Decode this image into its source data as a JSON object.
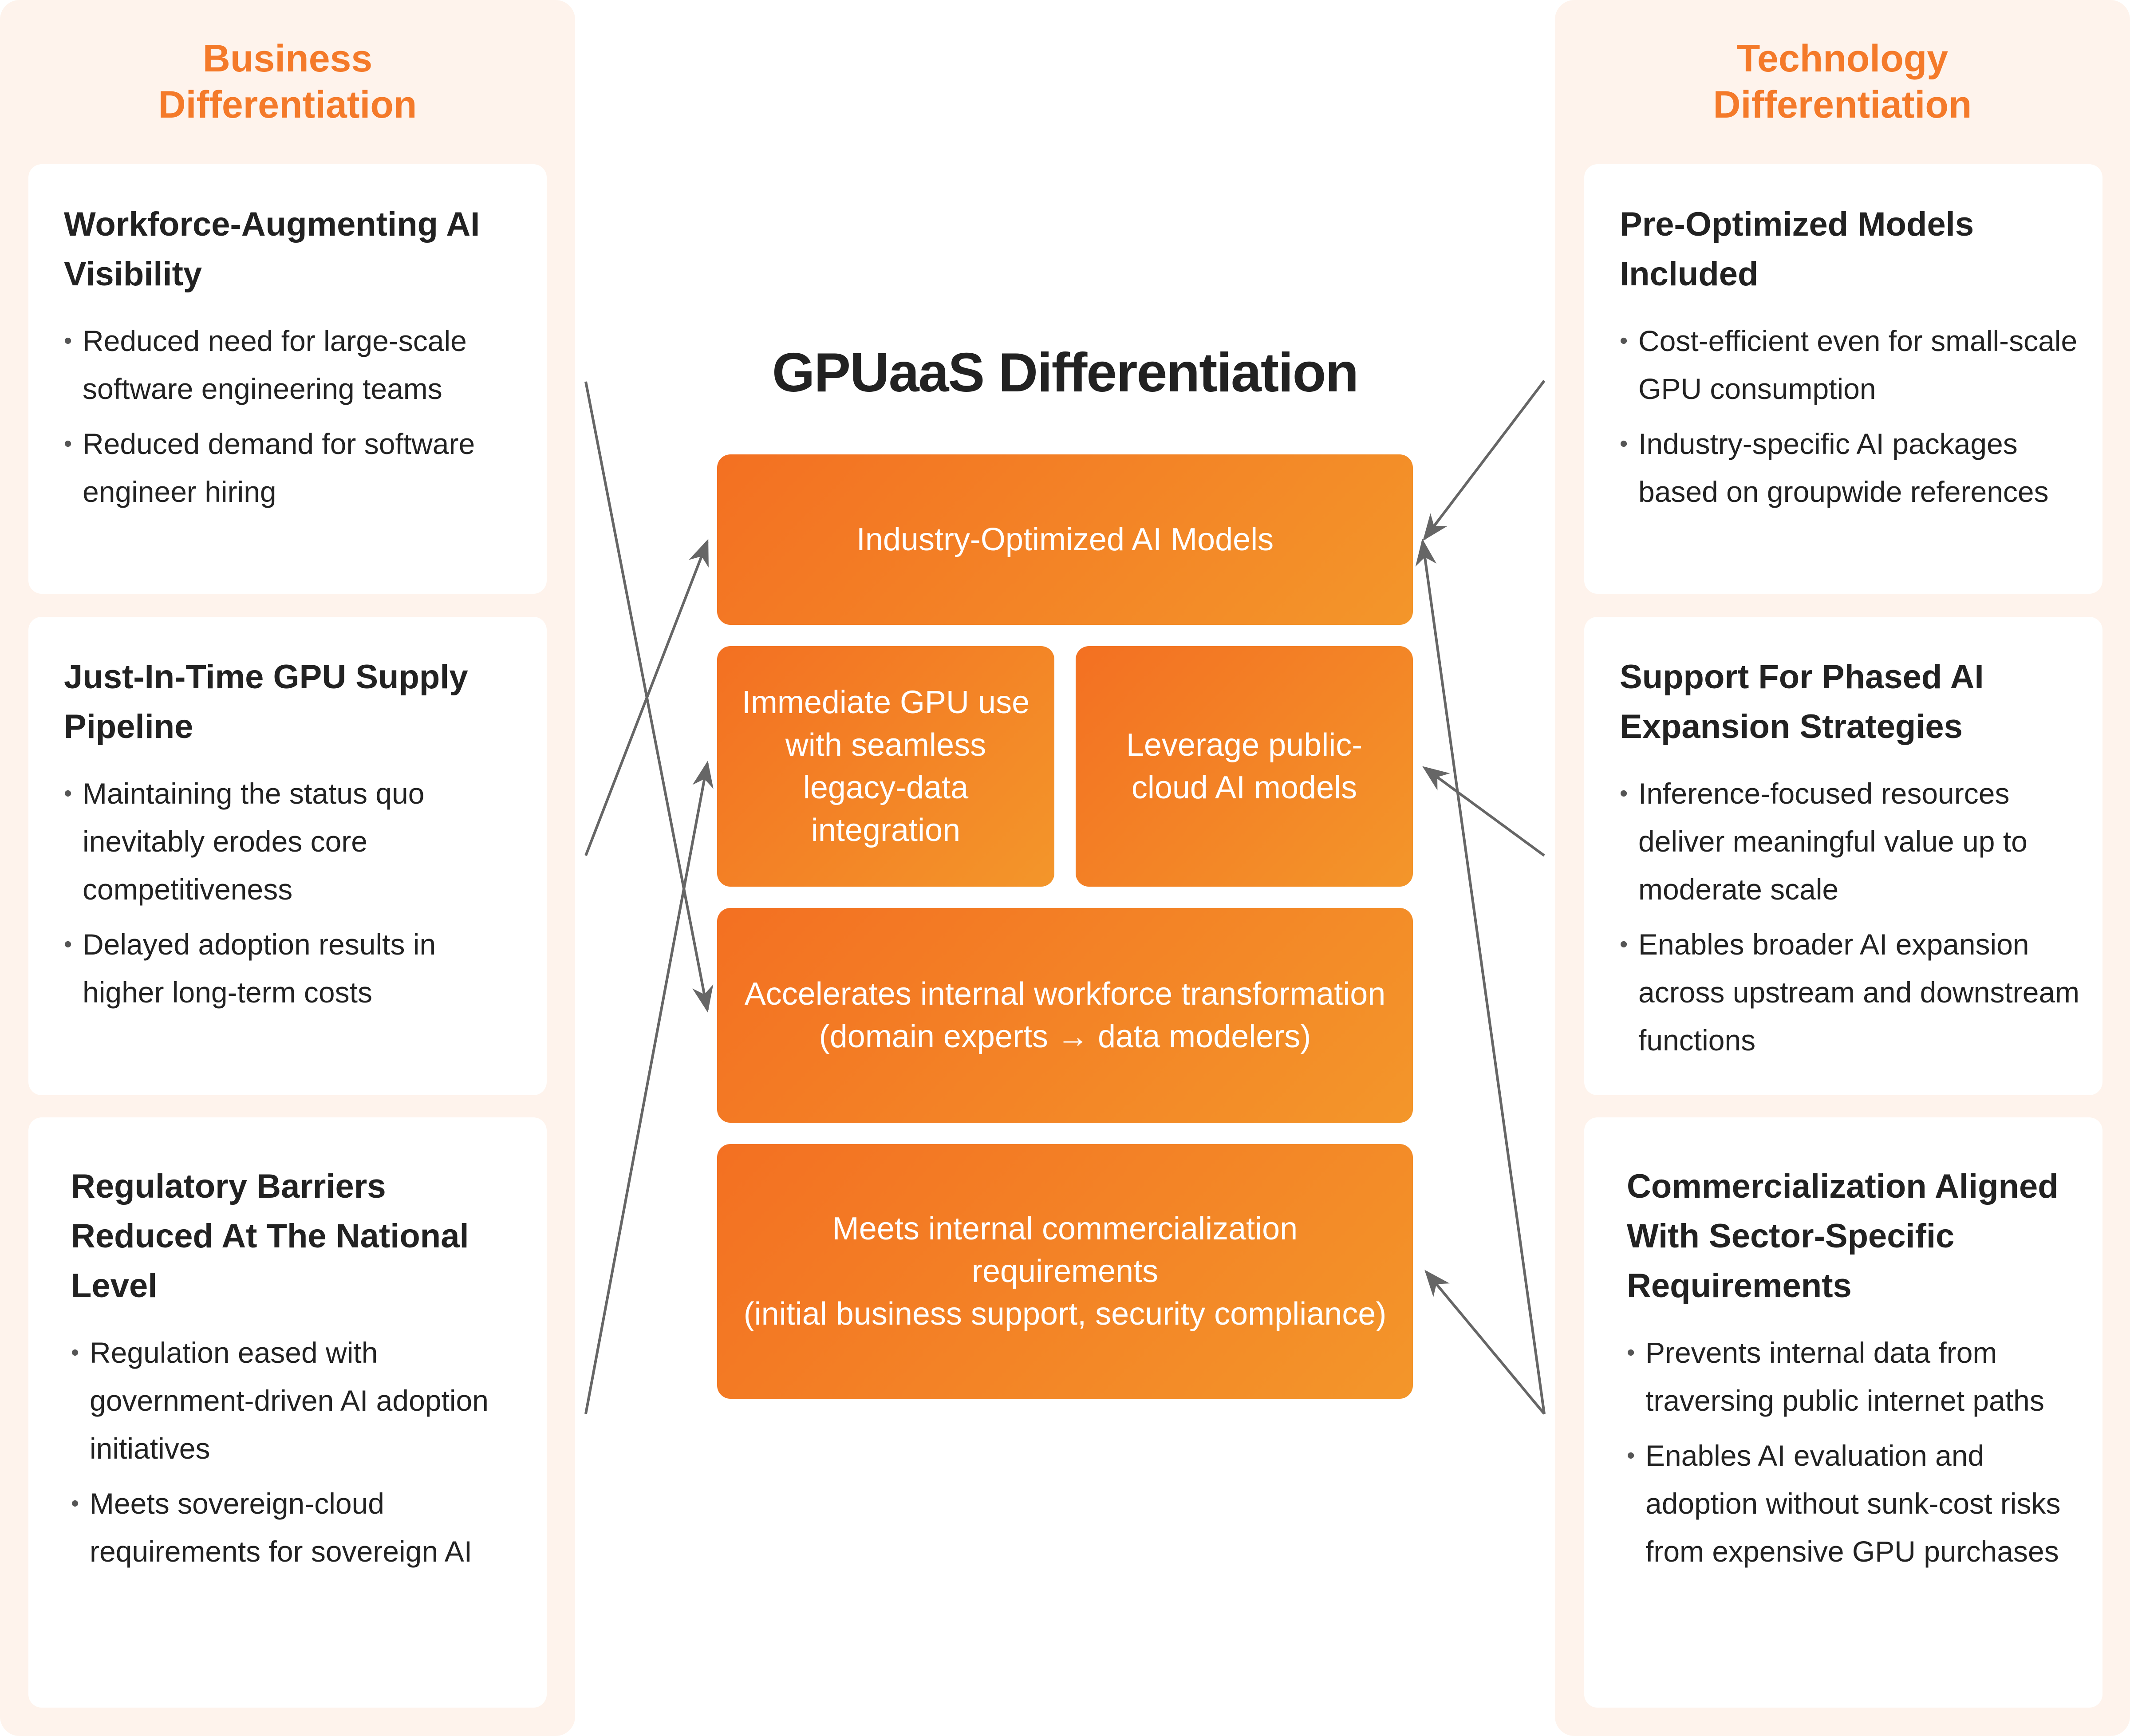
{
  "title": "GPUaaS Differentiation",
  "colors": {
    "accent": "#f47a2a",
    "panel_bg": "#fef3ec",
    "box_gradient_start": "#f37022",
    "box_gradient_end": "#f3962a",
    "arrow": "#666666",
    "text": "#222222"
  },
  "business": {
    "heading": "Business Differentiation",
    "cards": [
      {
        "title": "Workforce-Augmenting AI Visibility",
        "bullets": [
          "Reduced need for large-scale software engineering teams",
          "Reduced demand for software engineer hiring"
        ]
      },
      {
        "title": "Just-In-Time GPU Supply Pipeline",
        "bullets": [
          "Maintaining the status quo inevitably erodes core competitiveness",
          "Delayed adoption results in higher long-term costs"
        ]
      },
      {
        "title": "Regulatory Barriers Reduced At The National Level",
        "bullets": [
          "Regulation eased with government-driven AI adoption initiatives",
          "Meets sovereign-cloud requirements for sovereign AI"
        ]
      }
    ]
  },
  "technology": {
    "heading": "Technology Differentiation",
    "cards": [
      {
        "title": "Pre-Optimized Models Included",
        "bullets": [
          "Cost-efficient even for small-scale GPU consumption",
          "Industry-specific AI packages based on groupwide references"
        ]
      },
      {
        "title": "Support For Phased AI Expansion Strategies",
        "bullets": [
          "Inference-focused resources deliver meaningful value up to moderate scale",
          "Enables broader AI expansion across upstream and downstream functions"
        ]
      },
      {
        "title": "Commercialization Aligned With Sector-Specific Requirements",
        "bullets": [
          "Prevents internal data from traversing public internet paths",
          "Enables AI evaluation and adoption without sunk-cost risks from expensive GPU purchases"
        ]
      }
    ]
  },
  "center_boxes": [
    {
      "text": "Industry-Optimized AI Models"
    },
    {
      "text": "Immediate GPU use with seamless legacy-data integration"
    },
    {
      "text": "Leverage public-cloud AI models"
    },
    {
      "text": "Accelerates internal workforce transformation\n(domain experts → data modelers)"
    },
    {
      "text": "Meets internal commercialization requirements\n(initial business support, security compliance)"
    }
  ],
  "connections": [
    {
      "from": "business.0",
      "to": "center.3"
    },
    {
      "from": "business.1",
      "to": "center.0"
    },
    {
      "from": "business.2",
      "to": "center.1"
    },
    {
      "from": "technology.0",
      "to": "center.0"
    },
    {
      "from": "technology.1",
      "to": "center.2"
    },
    {
      "from": "technology.2",
      "to": "center.0"
    },
    {
      "from": "technology.2",
      "to": "center.4"
    }
  ]
}
